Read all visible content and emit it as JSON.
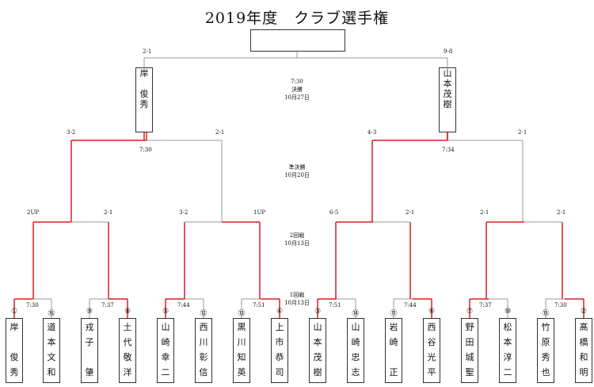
{
  "title": "2019年度　クラブ選手権",
  "rounds": {
    "final": {
      "time": "7:30",
      "name": "決勝",
      "date": "10月27日"
    },
    "semi": {
      "name": "準決勝",
      "date": "10月20日"
    },
    "r2": {
      "name": "2回戦",
      "date": "10月13日"
    },
    "r1": {
      "name": "1回戦",
      "date": "10月13日"
    }
  },
  "finalists": {
    "left": {
      "name1": "岸",
      "name2": "俊",
      "name3": "秀"
    },
    "right": {
      "name1": "山",
      "name2": "本",
      "name3": "茂",
      "name4": "樹"
    }
  },
  "scores": {
    "final_left": "2-1",
    "final_right": "9-8",
    "semi_left_a": "3-2",
    "semi_left_b": "2-1",
    "semi_left_time": "7:30",
    "semi_right_a": "4-3",
    "semi_right_b": "2-1",
    "semi_right_time": "7:34",
    "r2_1": "2UP",
    "r2_2": "2-1",
    "r2_3": "3-2",
    "r2_4": "1UP",
    "r2_5": "6-5",
    "r2_6": "2-1",
    "r2_7": "2-1",
    "r2_8": "2-1"
  },
  "r1_times": [
    "7:30",
    "7:37",
    "7:44",
    "7:51",
    "7:51",
    "7:44",
    "7:37",
    "7:30"
  ],
  "players": [
    {
      "num": "①",
      "lines": [
        "岸",
        "",
        "俊",
        "秀"
      ]
    },
    {
      "num": "⑯",
      "lines": [
        "道",
        "本",
        "文",
        "和"
      ]
    },
    {
      "num": "⑨",
      "lines": [
        "戎",
        "子",
        "",
        "肇"
      ]
    },
    {
      "num": "⑧",
      "lines": [
        "土",
        "代",
        "敬",
        "洋"
      ]
    },
    {
      "num": "⑤",
      "lines": [
        "山",
        "崎",
        "幸",
        "二"
      ]
    },
    {
      "num": "⑫",
      "lines": [
        "西",
        "川",
        "彰",
        "信"
      ]
    },
    {
      "num": "⑬",
      "lines": [
        "黒",
        "川",
        "知",
        "英"
      ]
    },
    {
      "num": "④",
      "lines": [
        "上",
        "市",
        "恭",
        "司"
      ]
    },
    {
      "num": "③",
      "lines": [
        "山",
        "本",
        "茂",
        "樹"
      ]
    },
    {
      "num": "⑭",
      "lines": [
        "山",
        "崎",
        "忠",
        "志"
      ]
    },
    {
      "num": "⑪",
      "lines": [
        "岩",
        "崎",
        "",
        "正"
      ]
    },
    {
      "num": "⑥",
      "lines": [
        "西",
        "谷",
        "光",
        "平"
      ]
    },
    {
      "num": "⑦",
      "lines": [
        "野",
        "田",
        "城",
        "聖"
      ]
    },
    {
      "num": "⑩",
      "lines": [
        "松",
        "本",
        "淳",
        "二"
      ]
    },
    {
      "num": "⑮",
      "lines": [
        "竹",
        "原",
        "秀",
        "也"
      ]
    },
    {
      "num": "②",
      "lines": [
        "髙",
        "橋",
        "和",
        "明"
      ]
    }
  ],
  "colors": {
    "win": "#d62020",
    "line": "#999999"
  }
}
